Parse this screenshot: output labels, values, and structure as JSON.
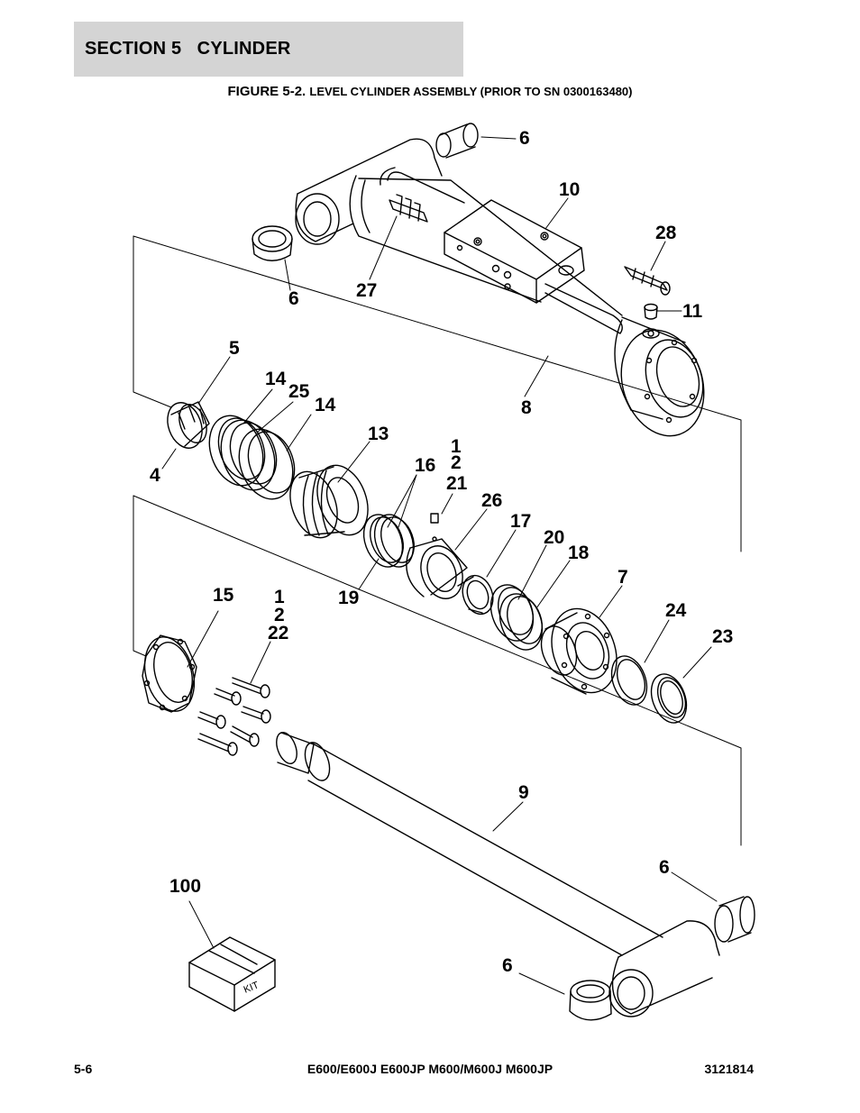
{
  "header": {
    "section": "SECTION 5",
    "title": "CYLINDER"
  },
  "figure": {
    "number": "FIGURE 5-2.",
    "caption": "LEVEL CYLINDER ASSEMBLY (PRIOR TO SN 0300163480)"
  },
  "callouts": [
    {
      "id": "c6a",
      "text": "6"
    },
    {
      "id": "c10",
      "text": "10"
    },
    {
      "id": "c28",
      "text": "28"
    },
    {
      "id": "c6b",
      "text": "6"
    },
    {
      "id": "c27",
      "text": "27"
    },
    {
      "id": "c11",
      "text": "11"
    },
    {
      "id": "c5",
      "text": "5"
    },
    {
      "id": "c14a",
      "text": "14"
    },
    {
      "id": "c25",
      "text": "25"
    },
    {
      "id": "c14b",
      "text": "14"
    },
    {
      "id": "c8",
      "text": "8"
    },
    {
      "id": "c4",
      "text": "4"
    },
    {
      "id": "c13",
      "text": "13"
    },
    {
      "id": "c1a",
      "text": "1"
    },
    {
      "id": "c2a",
      "text": "2"
    },
    {
      "id": "c16",
      "text": "16"
    },
    {
      "id": "c21",
      "text": "21"
    },
    {
      "id": "c26",
      "text": "26"
    },
    {
      "id": "c17",
      "text": "17"
    },
    {
      "id": "c20",
      "text": "20"
    },
    {
      "id": "c18",
      "text": "18"
    },
    {
      "id": "c7",
      "text": "7"
    },
    {
      "id": "c15",
      "text": "15"
    },
    {
      "id": "c1b",
      "text": "1"
    },
    {
      "id": "c2b",
      "text": "2"
    },
    {
      "id": "c22",
      "text": "22"
    },
    {
      "id": "c19",
      "text": "19"
    },
    {
      "id": "c24",
      "text": "24"
    },
    {
      "id": "c23",
      "text": "23"
    },
    {
      "id": "c9",
      "text": "9"
    },
    {
      "id": "c6c",
      "text": "6"
    },
    {
      "id": "c100",
      "text": "100"
    },
    {
      "id": "c6d",
      "text": "6"
    }
  ],
  "kit_label": "KIT",
  "footer": {
    "page": "5-6",
    "models": "E600/E600J E600JP M600/M600J M600JP",
    "doc_number": "3121814"
  }
}
